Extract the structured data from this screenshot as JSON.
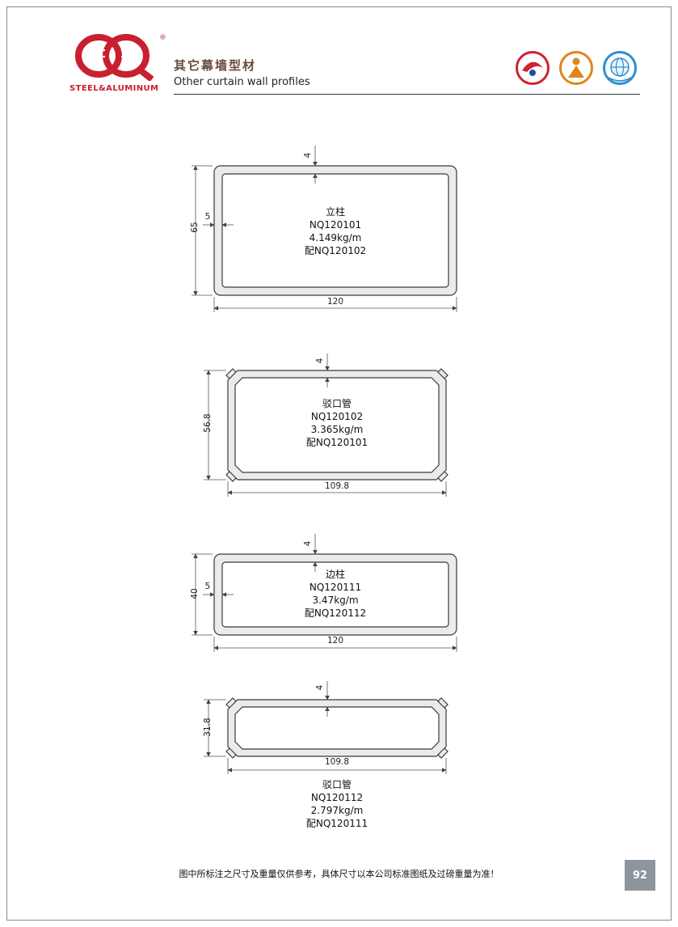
{
  "header": {
    "logo_brand": "STEEL&ALUMINUM",
    "reg_mark": "®",
    "title_cn": "其它幕墙型材",
    "title_en": "Other curtain wall profiles",
    "badges": [
      "red-seal-cert-icon",
      "orange-quality-cert-icon",
      "blue-globe-cert-icon"
    ]
  },
  "profiles": [
    {
      "name": "立柱",
      "code": "NQ120101",
      "weight": "4.149kg/m",
      "match": "配NQ120102",
      "dim_height": "65",
      "dim_width": "120",
      "dim_top": "4",
      "dim_side": "5"
    },
    {
      "name": "驳口管",
      "code": "NQ120102",
      "weight": "3.365kg/m",
      "match": "配NQ120101",
      "dim_height": "56.8",
      "dim_width": "109.8",
      "dim_top": "4"
    },
    {
      "name": "边柱",
      "code": "NQ120111",
      "weight": "3.47kg/m",
      "match": "配NQ120112",
      "dim_height": "40",
      "dim_width": "120",
      "dim_top": "4",
      "dim_side": "5"
    },
    {
      "name": "驳口管",
      "code": "NQ120112",
      "weight": "2.797kg/m",
      "match": "配NQ120111",
      "dim_height": "31.8",
      "dim_width": "109.8",
      "dim_top": "4"
    }
  ],
  "page": {
    "footer_note": "图中所标注之尺寸及重量仅供参考，具体尺寸以本公司标准图纸及过磅重量为准！",
    "number": "92"
  }
}
